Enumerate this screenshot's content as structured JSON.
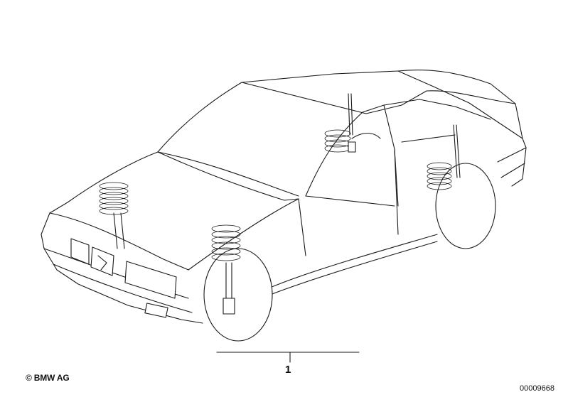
{
  "diagram": {
    "subject": "car-body",
    "parts": [
      {
        "id": "front-left-spring-strut"
      },
      {
        "id": "front-right-spring-strut"
      },
      {
        "id": "rear-left-spring-damper"
      },
      {
        "id": "rear-right-spring-damper"
      }
    ],
    "callout": {
      "label": "1"
    }
  },
  "footer": {
    "copyright": "© BMW AG",
    "doc_id": "00009668"
  }
}
